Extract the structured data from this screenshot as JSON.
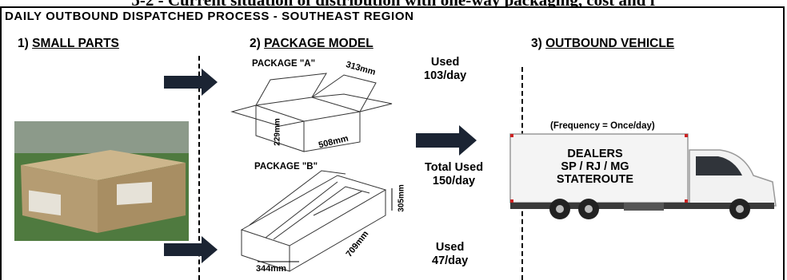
{
  "cut_title": "5-2 - Current situation of distribution with one-way packaging, cost and f",
  "title": "DAILY OUTBOUND DISPATCHED PROCESS - SOUTHEAST REGION",
  "sections": [
    {
      "number": "1)",
      "label": "SMALL PARTS"
    },
    {
      "number": "2)",
      "label": "PACKAGE MODEL"
    },
    {
      "number": "3)",
      "label": "OUTBOUND VEHICLE"
    }
  ],
  "package_a": {
    "label": "PACKAGE \"A\"",
    "dim_top": "313mm",
    "dim_height": "229mm",
    "dim_length": "508mm",
    "usage_line1": "Used",
    "usage_line2": "103/day"
  },
  "package_b": {
    "label": "PACKAGE \"B\"",
    "dim_height": "305mm",
    "dim_length": "709mm",
    "dim_width": "344mm",
    "usage_line1": "Used",
    "usage_line2": "47/day"
  },
  "total": {
    "line1": "Total Used",
    "line2": "150/day"
  },
  "truck": {
    "frequency": "(Frequency = Once/day)",
    "line1": "DEALERS",
    "line2": "SP / RJ / MG",
    "line3": "STATEROUTE"
  },
  "colors": {
    "arrow": "#1b2433",
    "box_photo": "#b9a37c",
    "truck_body": "#f4f4f4"
  }
}
